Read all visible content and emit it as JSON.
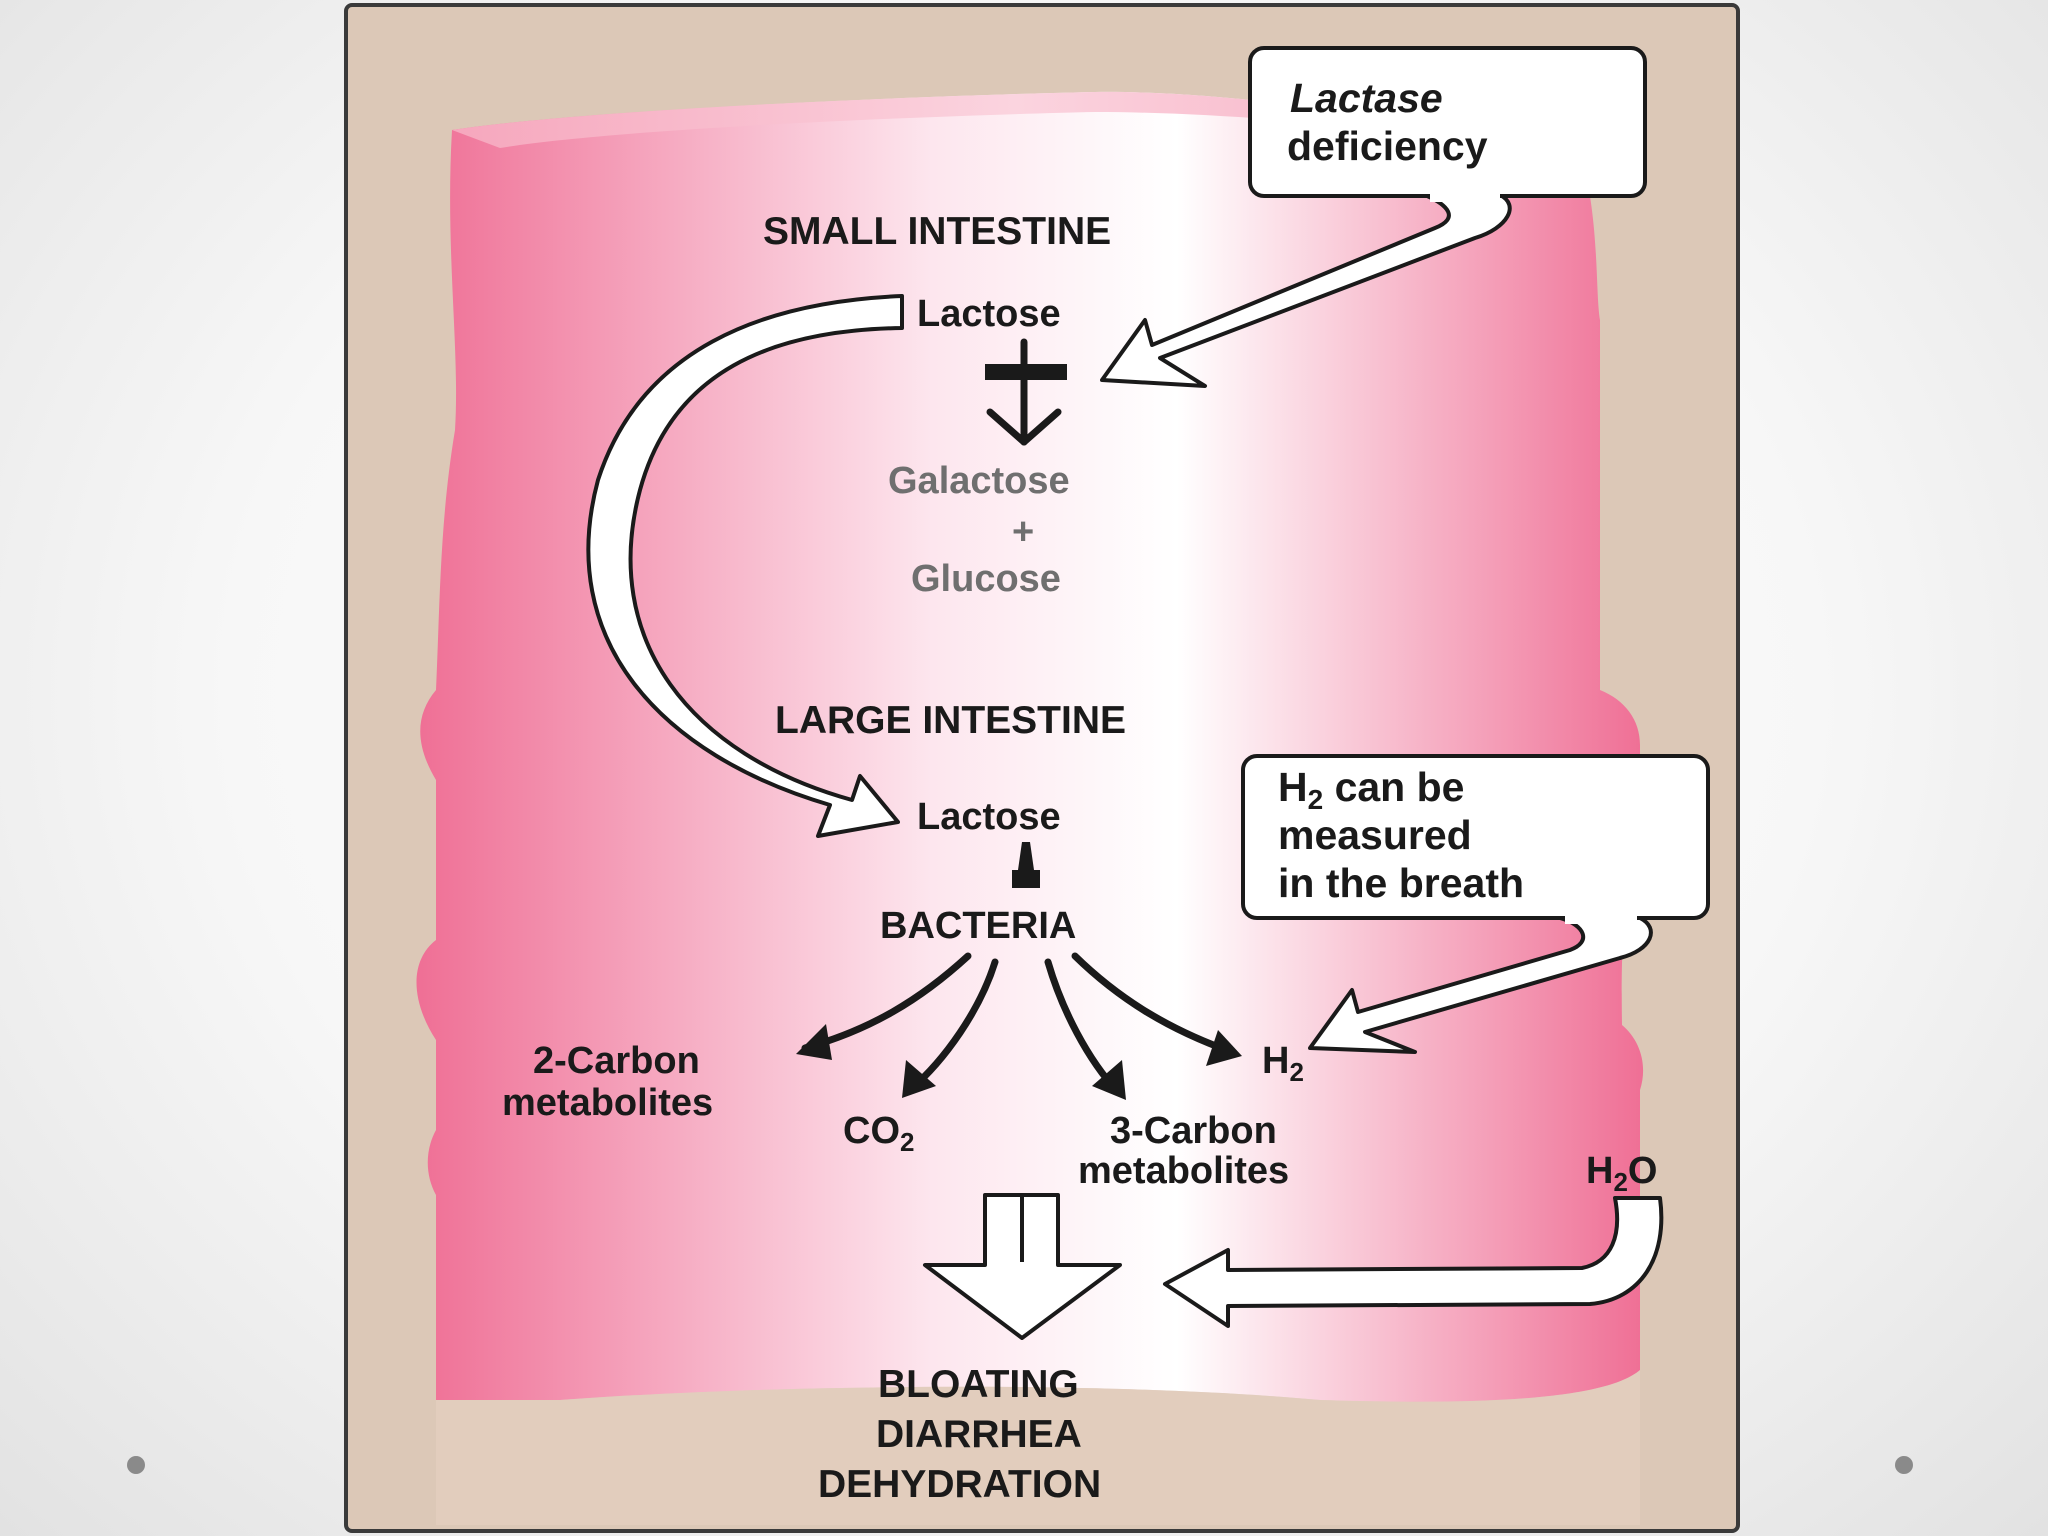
{
  "colors": {
    "frame_bg": "#dcc8b7",
    "tissue_pink": "#f07a9c",
    "tissue_light": "#fde6ee",
    "arrow_fill": "#ffffff",
    "text": "#1a1a1a",
    "muted_text": "#6f6f6f"
  },
  "callouts": {
    "lactase": {
      "line1": "Lactase",
      "line2": "deficiency"
    },
    "h2": {
      "line1_main": "H",
      "line1_sub": "2",
      "line1_rest": " can be",
      "line2": "measured",
      "line3": "in the breath"
    }
  },
  "small_intestine": {
    "heading": "SMALL INTESTINE",
    "lactose": "Lactose",
    "galactose": "Galactose",
    "plus": "+",
    "glucose": "Glucose"
  },
  "large_intestine": {
    "heading": "LARGE INTESTINE",
    "lactose": "Lactose",
    "bacteria": "BACTERIA"
  },
  "products": {
    "two_carbon_line1": "2-Carbon",
    "two_carbon_line2": "metabolites",
    "co2_main": "CO",
    "co2_sub": "2",
    "three_carbon_line1": "3-Carbon",
    "three_carbon_line2": "metabolites",
    "h2_main": "H",
    "h2_sub": "2",
    "h2o_main": "H",
    "h2o_sub": "2",
    "h2o_rest": "O"
  },
  "outcomes": [
    "BLOATING",
    "DIARRHEA",
    "DEHYDRATION"
  ]
}
